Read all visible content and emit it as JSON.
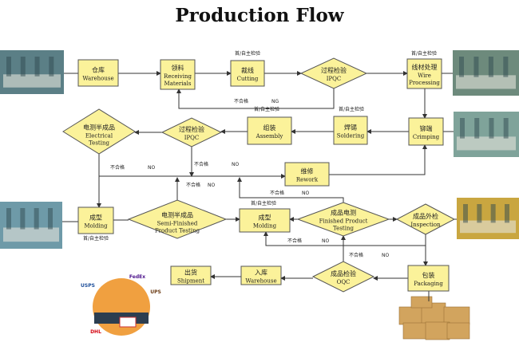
{
  "title": "Production Flow",
  "nodes": {
    "warehouse": {
      "zh": "仓库",
      "en": [
        "Warehouse"
      ],
      "shape": "box"
    },
    "receiving": {
      "zh": "领料",
      "en": [
        "Receiving",
        "Materials"
      ],
      "shape": "box"
    },
    "cutting": {
      "zh": "裁线",
      "en": [
        "Cutting"
      ],
      "shape": "box"
    },
    "ipqc1": {
      "zh": "过程检验",
      "en": [
        "IPQC"
      ],
      "shape": "diamond"
    },
    "wire": {
      "zh": "线材处理",
      "en": [
        "Wire",
        "Processing"
      ],
      "shape": "box"
    },
    "crimping": {
      "zh": "铆端",
      "en": [
        "Crimping"
      ],
      "shape": "box"
    },
    "soldering": {
      "zh": "焊锡",
      "en": [
        "Soldering"
      ],
      "shape": "box"
    },
    "assembly": {
      "zh": "组装",
      "en": [
        "Assembly"
      ],
      "shape": "box"
    },
    "ipqc2": {
      "zh": "过程检验",
      "en": [
        "IPQC"
      ],
      "shape": "diamond"
    },
    "etest": {
      "zh": "电测半成品",
      "en": [
        "Electrical",
        "Testing"
      ],
      "shape": "diamond"
    },
    "rework": {
      "zh": "维修",
      "en": [
        "Rework"
      ],
      "shape": "box"
    },
    "molding1": {
      "zh": "成型",
      "en": [
        "Molding"
      ],
      "shape": "box"
    },
    "semi": {
      "zh": "电测半成品",
      "en": [
        "Semi-Finished",
        "Product Testing"
      ],
      "shape": "diamond"
    },
    "molding2": {
      "zh": "成型",
      "en": [
        "Molding"
      ],
      "shape": "box"
    },
    "fptest": {
      "zh": "成品电测",
      "en": [
        "Finished Product",
        "Testing"
      ],
      "shape": "diamond"
    },
    "inspection": {
      "zh": "成品外检",
      "en": [
        "Inspection"
      ],
      "shape": "diamond"
    },
    "packaging": {
      "zh": "包装",
      "en": [
        "Packaging"
      ],
      "shape": "box"
    },
    "oqc": {
      "zh": "成品检验",
      "en": [
        "OQC"
      ],
      "shape": "diamond"
    },
    "warehouse2": {
      "zh": "入库",
      "en": [
        "Warehouse"
      ],
      "shape": "box"
    },
    "shipment": {
      "zh": "出货",
      "en": [
        "Shipment"
      ],
      "shape": "box"
    }
  },
  "first_inspection_label": "首/自主检验",
  "ng_label": {
    "zh": "不合格",
    "en": "NG"
  },
  "ng_label_alt": {
    "zh": "不合格",
    "en": "NO"
  },
  "logos": [
    "FedEx",
    "UPS",
    "DHL",
    "USPS"
  ],
  "colors": {
    "node_fill": "#fbf29a",
    "node_stroke": "#555555",
    "line": "#333333"
  }
}
